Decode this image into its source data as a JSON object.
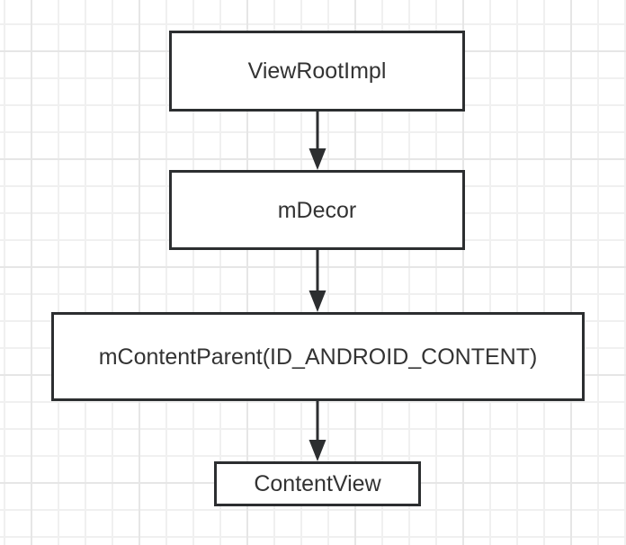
{
  "diagram": {
    "type": "flowchart",
    "description": "Android window/view hierarchy flow diagram on a grid canvas",
    "nodes": [
      {
        "id": "viewrootimpl",
        "label": "ViewRootImpl"
      },
      {
        "id": "mdecor",
        "label": "mDecor"
      },
      {
        "id": "mcontentparent",
        "label": "mContentParent(ID_ANDROID_CONTENT)"
      },
      {
        "id": "contentview",
        "label": "ContentView"
      }
    ],
    "edges": [
      {
        "from": "viewrootimpl",
        "to": "mdecor",
        "style": "solid",
        "arrowhead": "filled-triangle"
      },
      {
        "from": "mdecor",
        "to": "mcontentparent",
        "style": "solid",
        "arrowhead": "filled-triangle"
      },
      {
        "from": "mcontentparent",
        "to": "contentview",
        "style": "solid",
        "arrowhead": "filled-triangle"
      }
    ],
    "colors": {
      "canvas_bg": "#ffffff",
      "grid_minor": "#f0f0f0",
      "grid_major": "#e6e6e6",
      "node_fill": "#ffffff",
      "node_border": "#2c2e30",
      "arrow": "#2c2e30",
      "text": "#333333"
    }
  }
}
